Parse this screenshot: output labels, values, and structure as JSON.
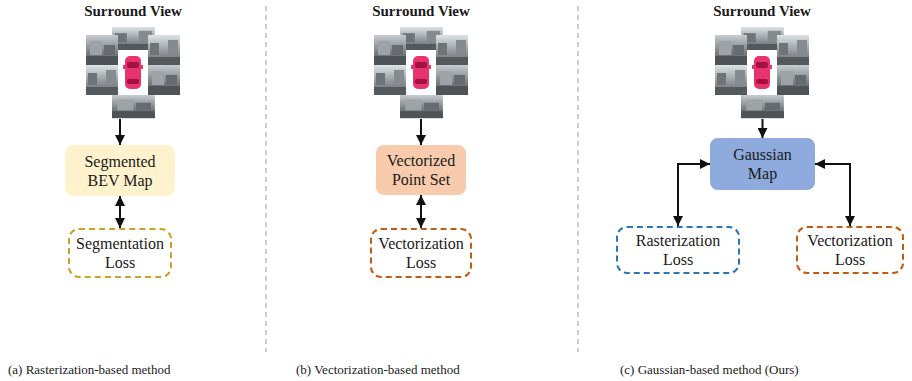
{
  "diagram": {
    "nodes": [
      {
        "text": [
          "Surround View"
        ]
      },
      {
        "text": [
          "Segmented BEV Map"
        ]
      },
      {
        "text": [
          "Segmentation Loss"
        ]
      },
      {
        "text": [
          "Surround View"
        ]
      },
      {
        "text": [
          "Vectorized Point Set"
        ]
      },
      {
        "text": [
          "Vectorization Loss"
        ]
      },
      {
        "text": [
          "Surround View"
        ]
      },
      {
        "text": [
          "Gaussian Map"
        ]
      },
      {
        "text": [
          "Rasterization Loss"
        ]
      },
      {
        "text": [
          "Vectorization Loss"
        ]
      }
    ],
    "edges": [
      {
        "from": 0,
        "to": 1,
        "arrow": "to"
      },
      {
        "from": 1,
        "to": 2,
        "arrow": "both"
      },
      {
        "from": 3,
        "to": 4,
        "arrow": "to"
      },
      {
        "from": 4,
        "to": 5,
        "arrow": "both"
      },
      {
        "from": 6,
        "to": 7,
        "arrow": "to"
      },
      {
        "from": 7,
        "to": 8,
        "arrow": "both"
      },
      {
        "from": 7,
        "to": 9,
        "arrow": "both"
      }
    ],
    "labels": [
      "(a) Rasterization-based method",
      "(b) Vectorization-based method",
      "(c) Gaussian-based method (Ours)"
    ]
  }
}
